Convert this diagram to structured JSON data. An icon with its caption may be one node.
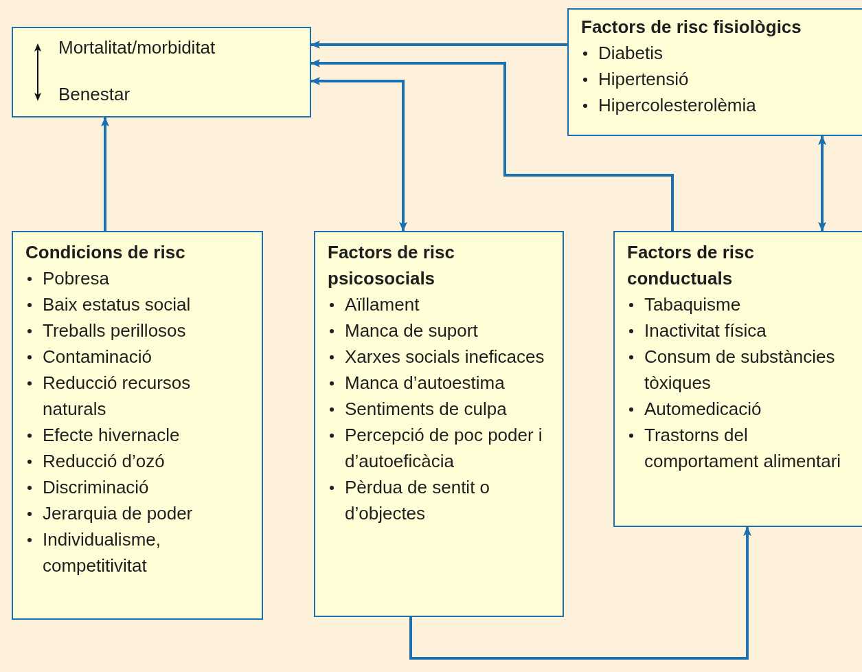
{
  "diagram": {
    "nodes": [
      {
        "text": [
          "Mortalitat/morbiditat",
          "Benestar"
        ]
      },
      {
        "text": [
          "Factors de risc fisiològics",
          "Diabetis",
          "Hipertensió",
          "Hipercolesterolèmia"
        ]
      },
      {
        "text": [
          "Condicions de risc",
          "Pobresa",
          "Baix estatus social",
          "Treballs perillosos",
          "Contaminació",
          "Reducció recursos naturals",
          "Efecte hivernacle",
          "Reducció d’ozó",
          "Discriminació",
          "Jerarquia de poder",
          "Individualisme, competitivitat"
        ]
      },
      {
        "text": [
          "Factors de risc psicosocials",
          "Aïllament",
          "Manca de suport",
          "Xarxes socials ineficaces",
          "Manca d’autoestima",
          "Sentiments de culpa",
          "Percepció de poc poder i d’autoeficàcia",
          "Pèrdua de sentit o d’objectes"
        ]
      },
      {
        "text": [
          "Factors de risc conductuals",
          "Tabaquisme",
          "Inactivitat física",
          "Consum de substàncies tòxiques",
          "Automedicació",
          "Trastorns del comportament alimentari"
        ]
      }
    ],
    "edges": [
      {
        "from": 1,
        "to": 0,
        "arrow": "to"
      },
      {
        "from": 4,
        "to": 0,
        "arrow": "to"
      },
      {
        "from": 0,
        "to": 3,
        "arrow": "both"
      },
      {
        "from": 2,
        "to": 0,
        "arrow": "to"
      },
      {
        "from": 1,
        "to": 4,
        "arrow": "both"
      },
      {
        "from": 3,
        "to": 4,
        "arrow": "to"
      }
    ]
  }
}
